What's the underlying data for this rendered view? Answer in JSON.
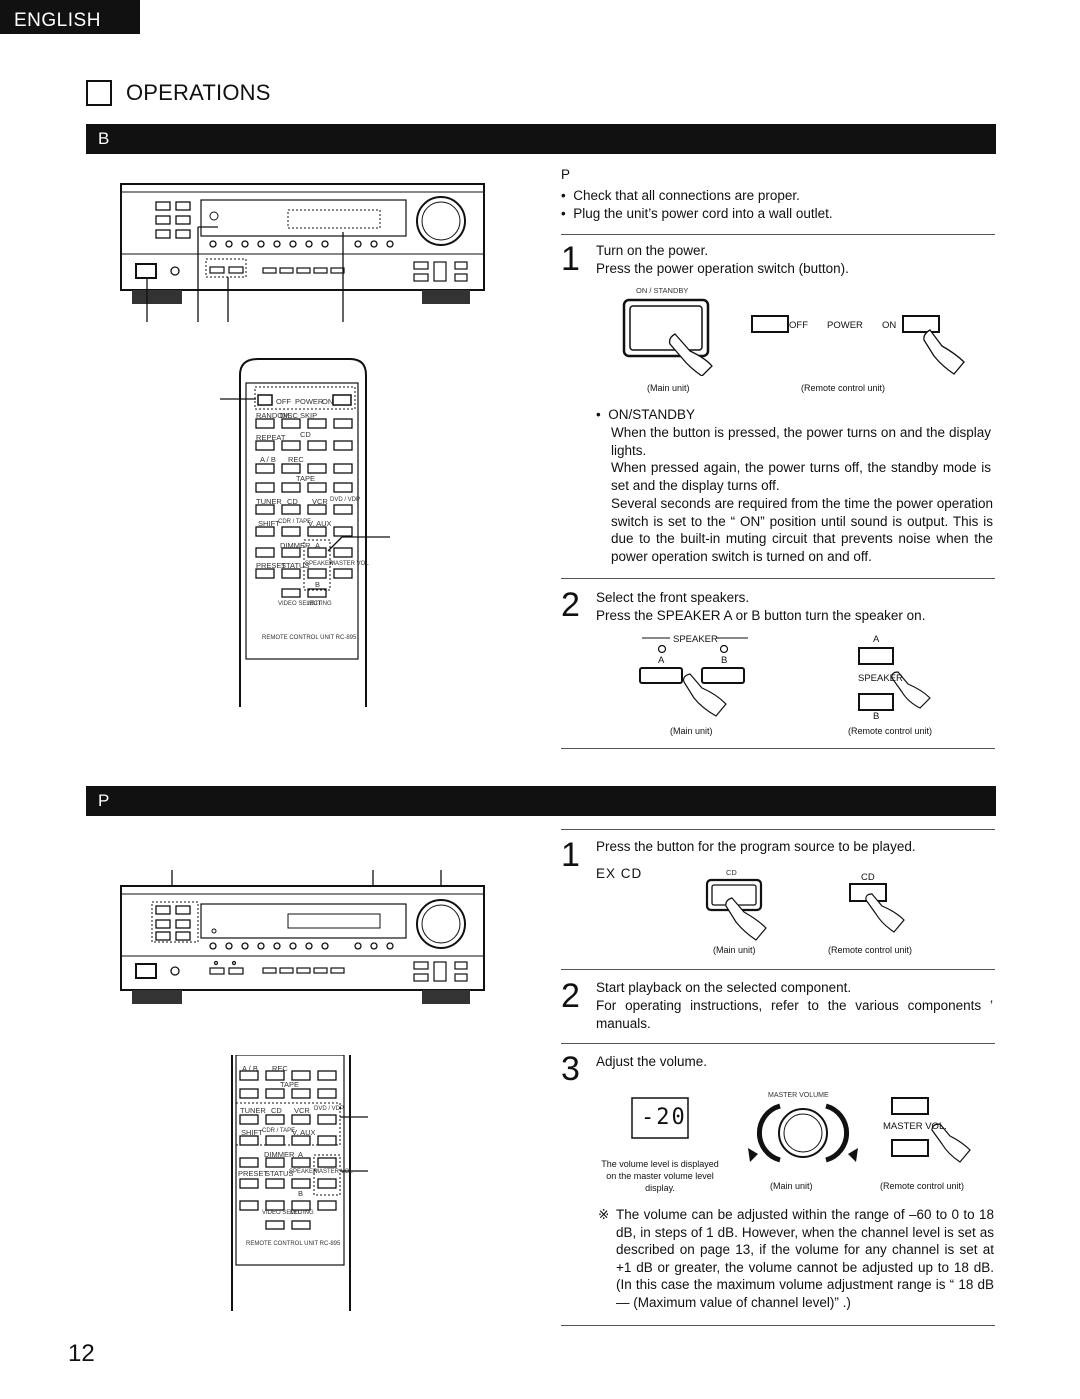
{
  "header": {
    "language_tab": "ENGLISH",
    "section_title": "OPERATIONS"
  },
  "section_b": {
    "bar_label": "B",
    "before_heading": "P",
    "bullets": [
      "Check that all connections are proper.",
      "Plug the unit’s power cord into a wall outlet."
    ],
    "step1": {
      "num": "1",
      "title": "Turn on the power.",
      "desc": "Press the power operation switch (button).",
      "fig_label": "ON / STANDBY",
      "remote_labels": {
        "off": "OFF",
        "power": "POWER",
        "on": "ON"
      },
      "caption_main": "(Main unit)",
      "caption_remote": "(Remote control unit)"
    },
    "standby": {
      "heading": "ON/STANDBY",
      "p1": "When the button is pressed, the power turns on and the display lights.",
      "p2": "When pressed again, the power turns off, the standby mode is set and the display turns off.",
      "p3": "Several seconds are required from the time the power operation switch is set to the “ ON” position until sound is output. This is due to the built-in muting circuit that prevents noise when the power operation switch is turned on and off."
    },
    "step2": {
      "num": "2",
      "title": "Select the front speakers.",
      "desc": "Press the SPEAKER A or B button turn the speaker on.",
      "fig_speaker": "SPEAKER",
      "fig_a": "A",
      "fig_b": "B",
      "caption_main": "(Main unit)",
      "caption_remote": "(Remote control unit)"
    }
  },
  "section_p": {
    "bar_label": "P",
    "step1": {
      "num": "1",
      "title": "Press the button for the program source to be played.",
      "example": "EX   CD",
      "fig_cd": "CD",
      "caption_main": "(Main unit)",
      "caption_remote": "(Remote control unit)"
    },
    "step2": {
      "num": "2",
      "title": "Start playback on the selected component.",
      "desc": "For operating instructions, refer to the various components ’ manuals."
    },
    "step3": {
      "num": "3",
      "title": "Adjust the volume.",
      "display_value": "-20",
      "volume_caption": "The volume level is displayed on the master volume level display.",
      "knob_label": "MASTER VOLUME",
      "remote_label": "MASTER VOL.",
      "caption_main": "(Main unit)",
      "caption_remote": "(Remote control unit)"
    },
    "note_mark": "※",
    "note": "The volume can be adjusted within the range of  –60 to 0 to 18 dB, in steps of 1 dB. However, when the channel level is set as described on page 13, if the volume for any channel is set at +1 dB or greater, the volume cannot be adjusted up to 18 dB. (In this case the maximum volume adjustment range is “ 18 dB — (Maximum value of channel level)” .)"
  },
  "remote": {
    "power_off": "OFF",
    "power": "POWER",
    "power_on": "ON",
    "random": "RANDOM",
    "disc_skip": "DISC SKIP",
    "cd": "CD",
    "repeat": "REPEAT",
    "ab": "A / B",
    "rec": "REC",
    "tape": "TAPE",
    "tuner": "TUNER",
    "vcr": "VCR",
    "dvd_vdp": "DVD / VDP",
    "shift": "SHIFT",
    "cdr_tape": "CDR / TAPE",
    "v_aux": "V. AUX",
    "dimmer": "DIMMER",
    "a": "A",
    "b": "B",
    "preset": "PRESET",
    "status": "STATUS",
    "speaker": "SPEAKER",
    "master_vol": "MASTER VOL",
    "video_select": "VIDEO SELECT",
    "muting": "MUTING",
    "model": "REMOTE CONTROL UNIT  RC-895"
  },
  "footer": {
    "page_number": "12"
  }
}
